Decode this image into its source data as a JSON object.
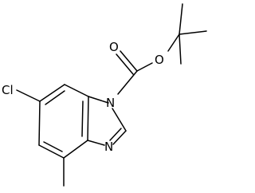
{
  "structure": {
    "labels": {
      "chlorine": "Cl",
      "n1": "N",
      "n3": "N",
      "carbonyl_oxygen": "O",
      "ester_oxygen": "O"
    }
  }
}
